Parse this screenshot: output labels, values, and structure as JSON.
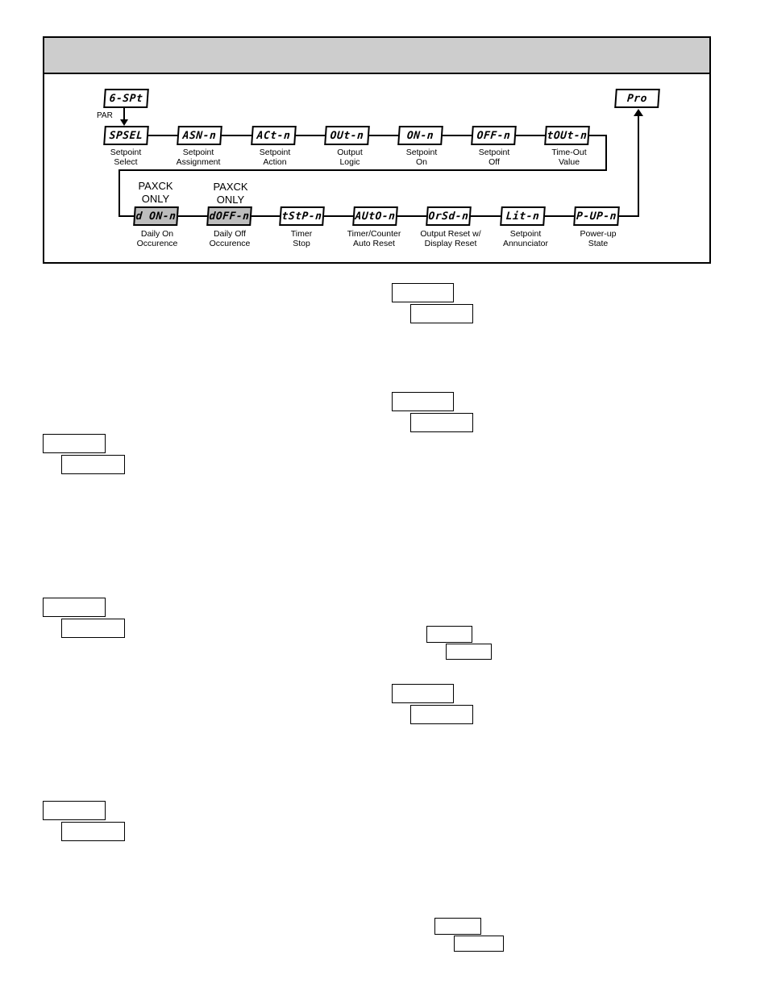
{
  "entry": {
    "display": "6-SPt",
    "key_label": "PAR"
  },
  "exit": {
    "display": "Pro"
  },
  "row1": [
    {
      "display": "SPSEL",
      "caption1": "Setpoint",
      "caption2": "Select"
    },
    {
      "display": "ASN-n",
      "caption1": "Setpoint",
      "caption2": "Assignment"
    },
    {
      "display": "ACt-n",
      "caption1": "Setpoint",
      "caption2": "Action"
    },
    {
      "display": "OUt-n",
      "caption1": "Output",
      "caption2": "Logic"
    },
    {
      "display": "ON-n",
      "caption1": "Setpoint",
      "caption2": "On"
    },
    {
      "display": "OFF-n",
      "caption1": "Setpoint",
      "caption2": "Off"
    },
    {
      "display": "tOUt-n",
      "caption1": "Time-Out",
      "caption2": "Value"
    }
  ],
  "row2": [
    {
      "display": "d ON-n",
      "caption1": "Daily On",
      "caption2": "Occurence",
      "tag1": "PAXCK",
      "tag2": "ONLY",
      "highlight": true
    },
    {
      "display": "dOFF-n",
      "caption1": "Daily Off",
      "caption2": "Occurence",
      "tag1": "PAXCK",
      "tag2": "ONLY",
      "highlight": true
    },
    {
      "display": "tStP-n",
      "caption1": "Timer",
      "caption2": "Stop"
    },
    {
      "display": "AUtO-n",
      "caption1": "Timer/Counter",
      "caption2": "Auto Reset"
    },
    {
      "display": "OrSd-n",
      "caption1": "Output Reset w/",
      "caption2": "Display Reset"
    },
    {
      "display": "Lit-n",
      "caption1": "Setpoint",
      "caption2": "Annunciator"
    },
    {
      "display": "P-UP-n",
      "caption1": "Power-up",
      "caption2": "State"
    }
  ],
  "colors": {
    "header_fill": "#cdcdcd",
    "highlight_fill": "#bdbdbd",
    "line": "#000000"
  }
}
